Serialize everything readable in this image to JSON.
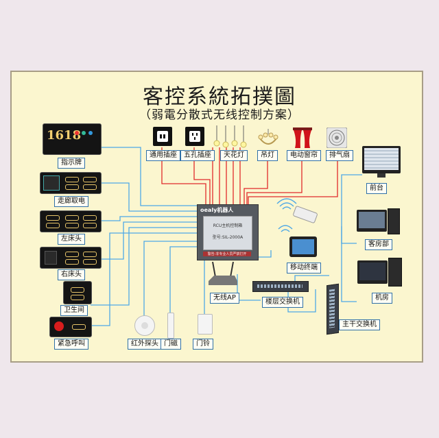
{
  "title": "客控系統拓撲圖",
  "subtitle": "（弱電分散式无线控制方案）",
  "display_number": "1618",
  "controller": {
    "brand": "oealy机器人",
    "model_line1": "RCU主机控制箱",
    "model_line2": "型号:SIL-2000A",
    "footer": "警告:非专业人员严禁打开"
  },
  "devices": {
    "socket3": "通用插座",
    "socket5": "五孔插座",
    "ceiling_light": "天花灯",
    "pendant_light": "吊灯",
    "curtain": "电动窗帘",
    "exhaust_fan": "排气扇",
    "front_desk": "前台",
    "housekeeping": "客房部",
    "server_room": "机房",
    "doorplate": "指示牌",
    "corridor_card": "走廊取电",
    "left_bed": "左床头",
    "right_bed": "右床头",
    "bathroom": "卫生间",
    "emergency": "紧急呼叫",
    "mobile": "移动终端",
    "wireless_ap": "无线AP",
    "floor_switch": "楼层交换机",
    "core_switch": "主干交换机",
    "ir_probe": "红外探头",
    "door_sensor": "门磁",
    "doorbell": "门铃"
  },
  "colors": {
    "frame_bg": "#fbf6cf",
    "red_wire": "#e02a2a",
    "blue_wire": "#4da8e6",
    "label_border": "#2e6fa7"
  }
}
